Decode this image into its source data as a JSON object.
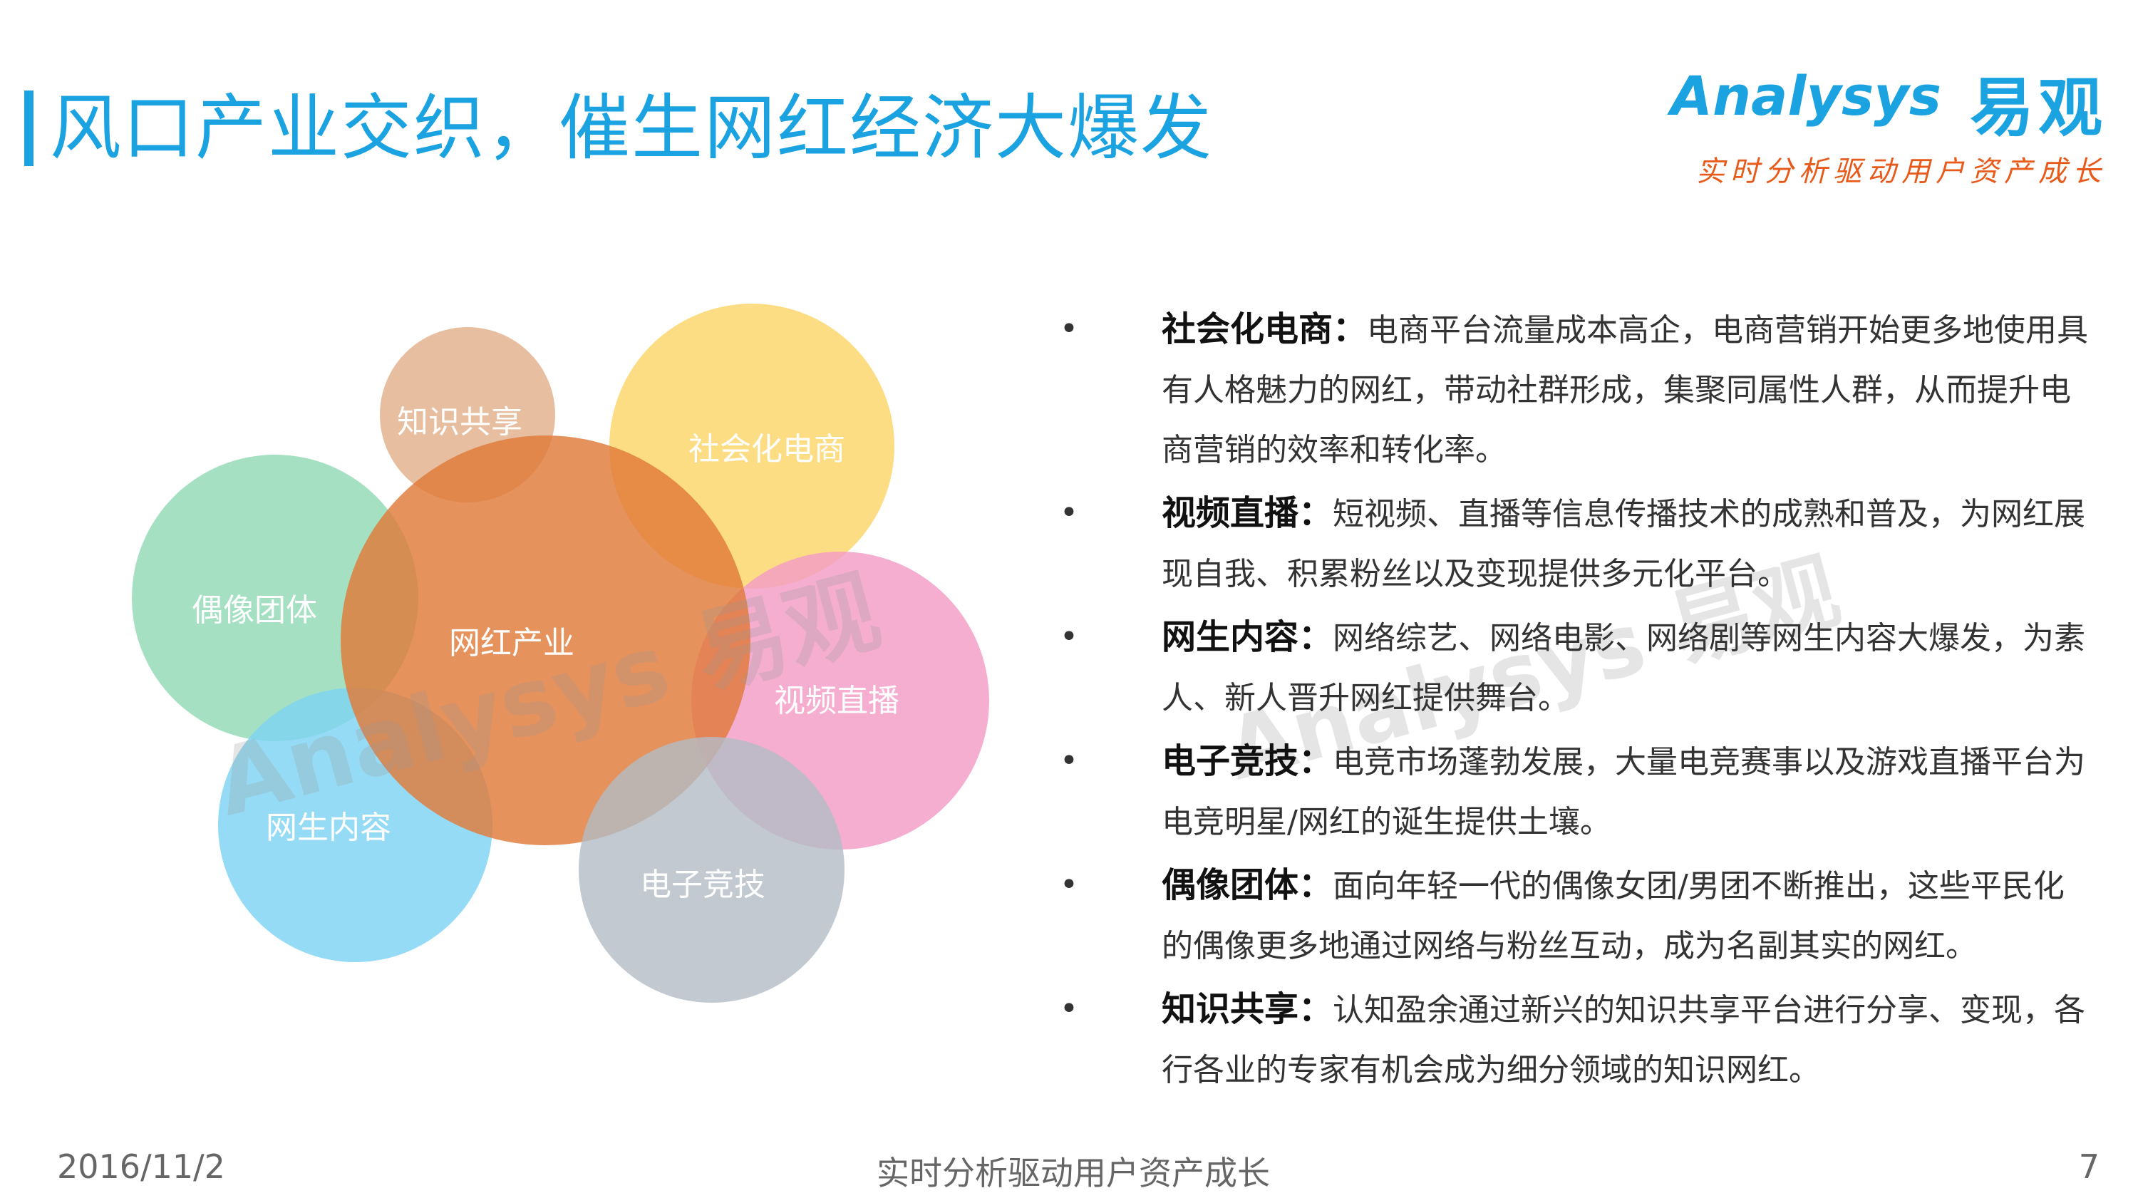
{
  "slide": {
    "title": "风口产业交织，催生网红经济大爆发"
  },
  "logo": {
    "english": "Analysys",
    "chinese": "易观",
    "tagline": "实时分析驱动用户资产成长"
  },
  "diagram": {
    "center": "网红产业",
    "circles": [
      {
        "label": "知识共享",
        "color": "#e3b48f"
      },
      {
        "label": "社会化电商",
        "color": "#fdd873"
      },
      {
        "label": "偶像团体",
        "color": "#94dbb6"
      },
      {
        "label": "视频直播",
        "color": "#f39cc6"
      },
      {
        "label": "网生内容",
        "color": "#7fd3f3"
      },
      {
        "label": "电子竞技",
        "color": "#b3bcc4"
      },
      {
        "label": "网红产业",
        "color": "#e07a39"
      }
    ]
  },
  "bullets": [
    {
      "head": "社会化电商：",
      "text": "电商平台流量成本高企，电商营销开始更多地使用具有人格魅力的网红，带动社群形成，集聚同属性人群，从而提升电商营销的效率和转化率。"
    },
    {
      "head": "视频直播：",
      "text": "短视频、直播等信息传播技术的成熟和普及，为网红展现自我、积累粉丝以及变现提供多元化平台。"
    },
    {
      "head": "网生内容：",
      "text": "网络综艺、网络电影、网络剧等网生内容大爆发，为素人、新人晋升网红提供舞台。"
    },
    {
      "head": "电子竞技：",
      "text": "电竞市场蓬勃发展，大量电竞赛事以及游戏直播平台为电竞明星/网红的诞生提供土壤。"
    },
    {
      "head": "偶像团体：",
      "text": "面向年轻一代的偶像女团/男团不断推出，这些平民化的偶像更多地通过网络与粉丝互动，成为名副其实的网红。"
    },
    {
      "head": "知识共享：",
      "text": "认知盈余通过新兴的知识共享平台进行分享、变现，各行各业的专家有机会成为细分领域的知识网红。"
    }
  ],
  "footer": {
    "date": "2016/11/2",
    "center": "实时分析驱动用户资产成长",
    "page": "7"
  }
}
